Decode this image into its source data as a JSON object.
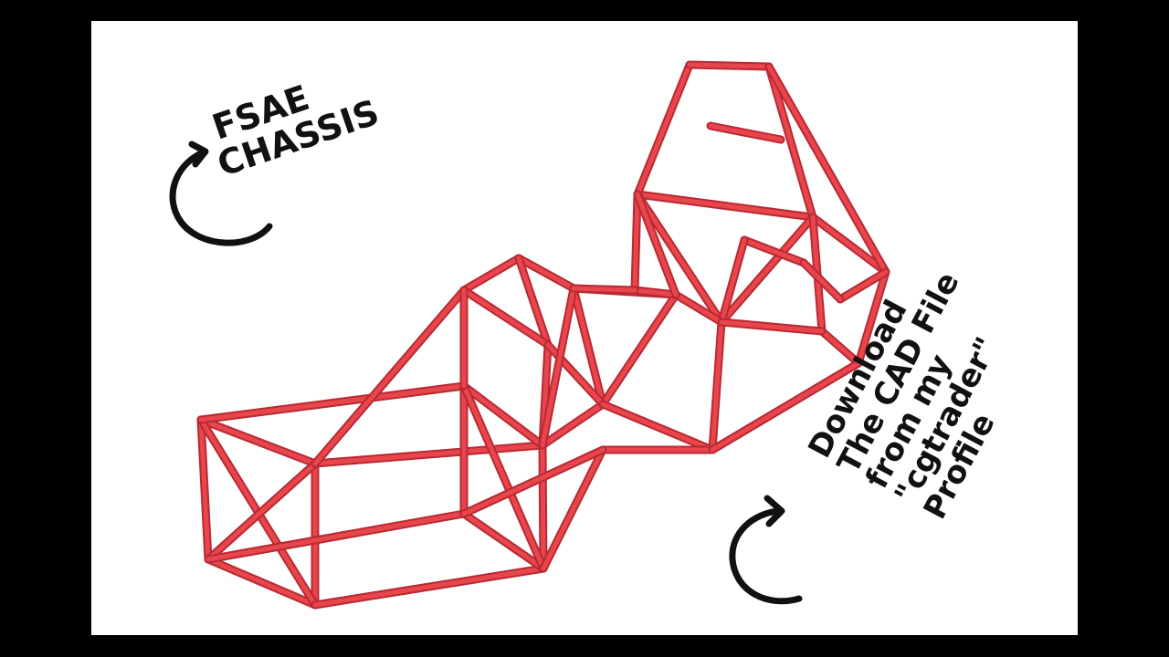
{
  "colors": {
    "background": "#000000",
    "canvas": "#ffffff",
    "tube": "#e8454c",
    "tube_shadow": "#b82a33",
    "text": "#111111"
  },
  "title": {
    "line1": "FSAE",
    "line2": "CHASSIS"
  },
  "callout": {
    "lines": [
      "Download",
      "The CAD File",
      "from my",
      "\"cgtrader\"",
      "Profile"
    ]
  },
  "icons": {
    "title_arrow": "curved-arrow-icon",
    "callout_arrow": "curved-arrow-icon"
  }
}
